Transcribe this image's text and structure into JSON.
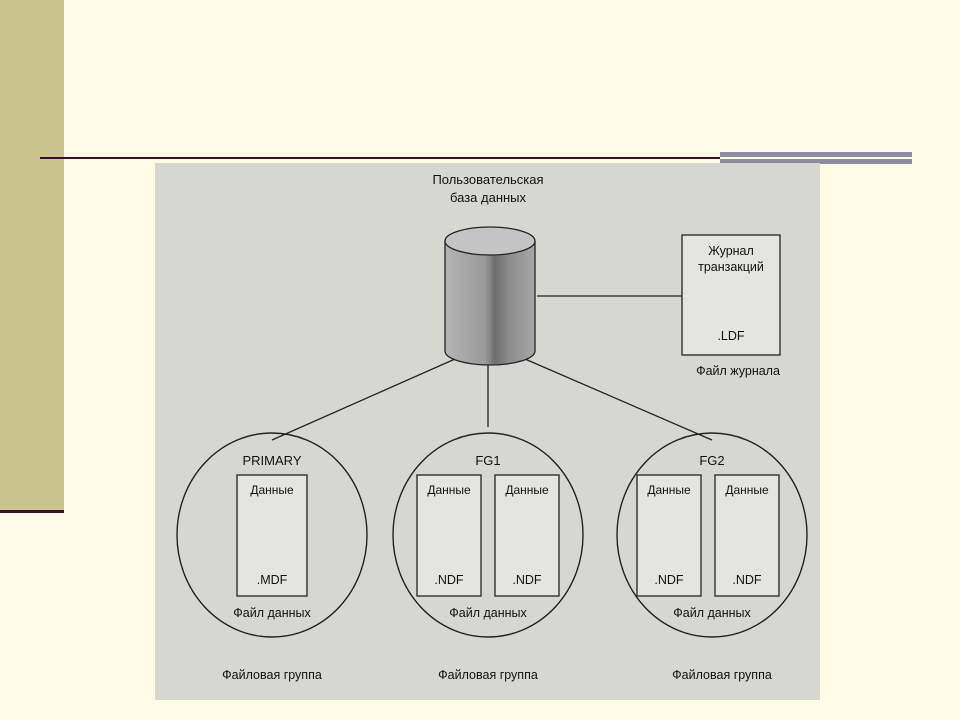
{
  "diagram": {
    "database": {
      "label_line1": "Пользовательская",
      "label_line2": "база данных"
    },
    "log": {
      "box_line1": "Журнал",
      "box_line2": "транзакций",
      "ext": ".LDF",
      "caption": "Файл журнала"
    },
    "filegroups": [
      {
        "name": "PRIMARY",
        "files": [
          {
            "label": "Данные",
            "ext": ".MDF"
          }
        ],
        "file_caption": "Файл данных",
        "group_caption": "Файловая группа"
      },
      {
        "name": "FG1",
        "files": [
          {
            "label": "Данные",
            "ext": ".NDF"
          },
          {
            "label": "Данные",
            "ext": ".NDF"
          }
        ],
        "file_caption": "Файл данных",
        "group_caption": "Файловая группа"
      },
      {
        "name": "FG2",
        "files": [
          {
            "label": "Данные",
            "ext": ".NDF"
          },
          {
            "label": "Данные",
            "ext": ".NDF"
          }
        ],
        "file_caption": "Файл данных",
        "group_caption": "Файловая группа"
      }
    ]
  }
}
